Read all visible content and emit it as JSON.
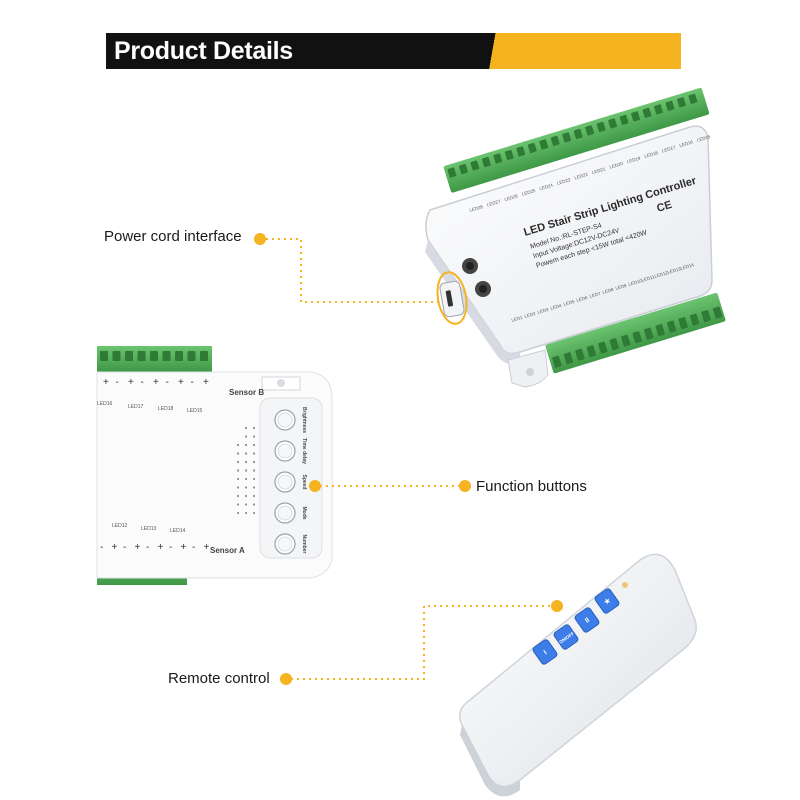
{
  "header": {
    "title": "Product Details"
  },
  "callouts": {
    "power": "Power cord interface",
    "function": "Function buttons",
    "remote": "Remote control"
  },
  "controller": {
    "title": "LED Stair Strip Lighting Controller",
    "model": "Model No.:RL-STEP-S4",
    "input": "Input Voltage:DC12V-DC24V",
    "power": "Powem each step <15W  total <420W",
    "marks": "CE",
    "led_labels_top": [
      "LED28",
      "LED27",
      "LED26",
      "LED25",
      "LED24",
      "LED23",
      "LED22",
      "LED21",
      "LED20",
      "LED19",
      "LED18",
      "LED17",
      "LED16",
      "LED15"
    ],
    "led_labels_bottom": [
      "LED1",
      "LED2",
      "LED3",
      "LED4",
      "LED5",
      "LED6",
      "LED7",
      "LED8",
      "LED9",
      "LED10",
      "LED11",
      "LED12",
      "LED13",
      "LED14"
    ]
  },
  "zoom": {
    "sensor_b": "Sensor B",
    "sensor_a": "Sensor A",
    "led_top": [
      "LED16",
      "LED17",
      "LED18",
      "LED15"
    ],
    "led_bottom": [
      "LED12",
      "LED13",
      "LED14"
    ],
    "buttons": [
      "Brightness",
      "Time delay",
      "Speed",
      "Mode",
      "Number"
    ]
  },
  "remote": {
    "buttons": [
      "I",
      "ON/OFF",
      "II",
      "★"
    ]
  },
  "colors": {
    "accent": "#f5b320",
    "terminal": "#55b15a",
    "banner": "#111111"
  }
}
